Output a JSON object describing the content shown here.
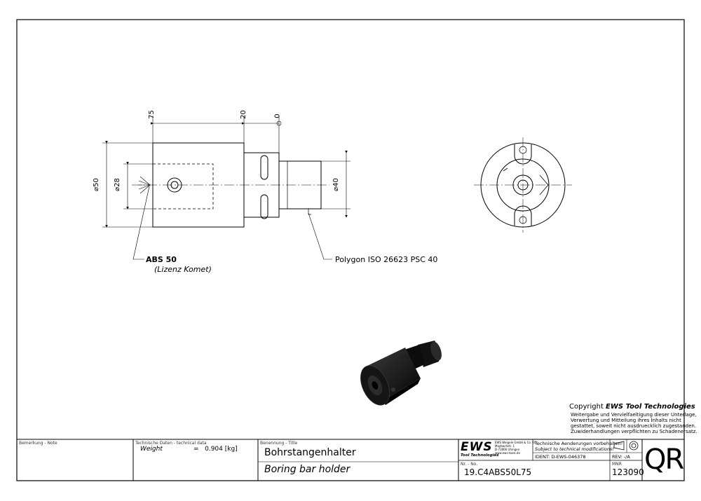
{
  "dimensions": {
    "d75": "75",
    "d20": "20",
    "d0": "0",
    "dia50": "⌀50",
    "dia28": "⌀28",
    "dia40": "⌀40"
  },
  "callouts": {
    "abs_title": "ABS 50",
    "abs_subtitle": "(Lizenz Komet)",
    "polygon": "Polygon ISO 26623 PSC 40"
  },
  "copyright": {
    "heading_prefix": "Copyright ",
    "heading_brand": "EWS Tool Technologies",
    "lines": [
      "Weitergabe und Vervielfaeltigung dieser Unterlage,",
      "Verwertung und Mitteilung ihres Inhalts nicht",
      "gestattet, soweit nicht ausdruecklich zugestanden.",
      "Zuwiderhandlungen verpflichten zu Schadenersatz."
    ]
  },
  "title_block": {
    "note_label": "Bemerkung - Note",
    "tech_label": "Technische Daten - technical data",
    "weight_label": "Weight",
    "weight_value": "=   0.904 [kg]",
    "title_label": "Benennung - Title",
    "title_de": "Bohrstangenhalter",
    "title_en": "Boring bar holder",
    "logo": "EWS",
    "logo_sub": "Tool Technologies",
    "company_lines": [
      "EWS Weigele GmbH & Co. KG",
      "Maybachstr. 1",
      "D-73066 Uhingen",
      "www.ews-tools.de"
    ],
    "change_de": "Technische Aenderungen vorbehalten!",
    "change_en": "Subject to technical modifications!",
    "ident": "IDENT:  D-EWS-046378",
    "rev": "REV:  -/A",
    "nr_label": "Nr. - No.",
    "part_no": "19.C4ABS50L75",
    "mnr_label": "MNR",
    "mnr": "123090",
    "qr": "QR"
  }
}
